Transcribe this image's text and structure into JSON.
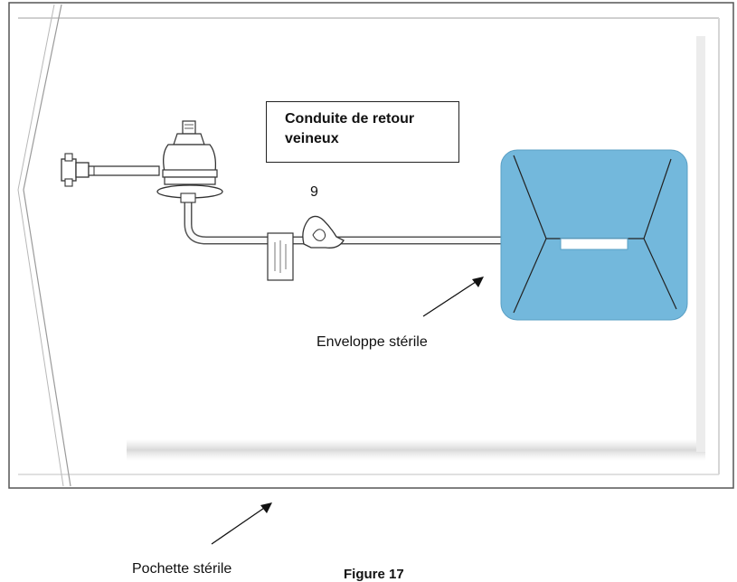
{
  "callout": {
    "line1": "Conduite de retour",
    "line2": "veineux"
  },
  "labels": {
    "number": "9",
    "envelope": "Enveloppe stérile",
    "pouch": "Pochette stérile",
    "figure": "Figure 17"
  },
  "colors": {
    "envelope_fill": "#73b8dc",
    "outline": "#444444",
    "tube": "#bfbfbf"
  }
}
